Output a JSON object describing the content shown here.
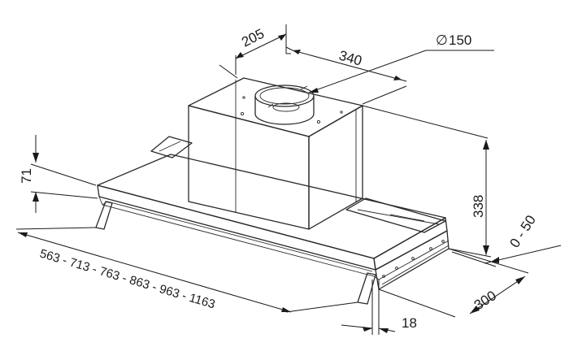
{
  "dimensions": {
    "flue_depth": "205",
    "flue_width": "340",
    "duct_diameter": "150",
    "diameter_symbol": "∅",
    "chimney_height": "338",
    "body_height": "71",
    "width_options": "563 - 713 - 763 - 863 - 963 - 1163",
    "wall_gap": "0 - 50",
    "depth": "300",
    "bracket_thickness": "18"
  }
}
